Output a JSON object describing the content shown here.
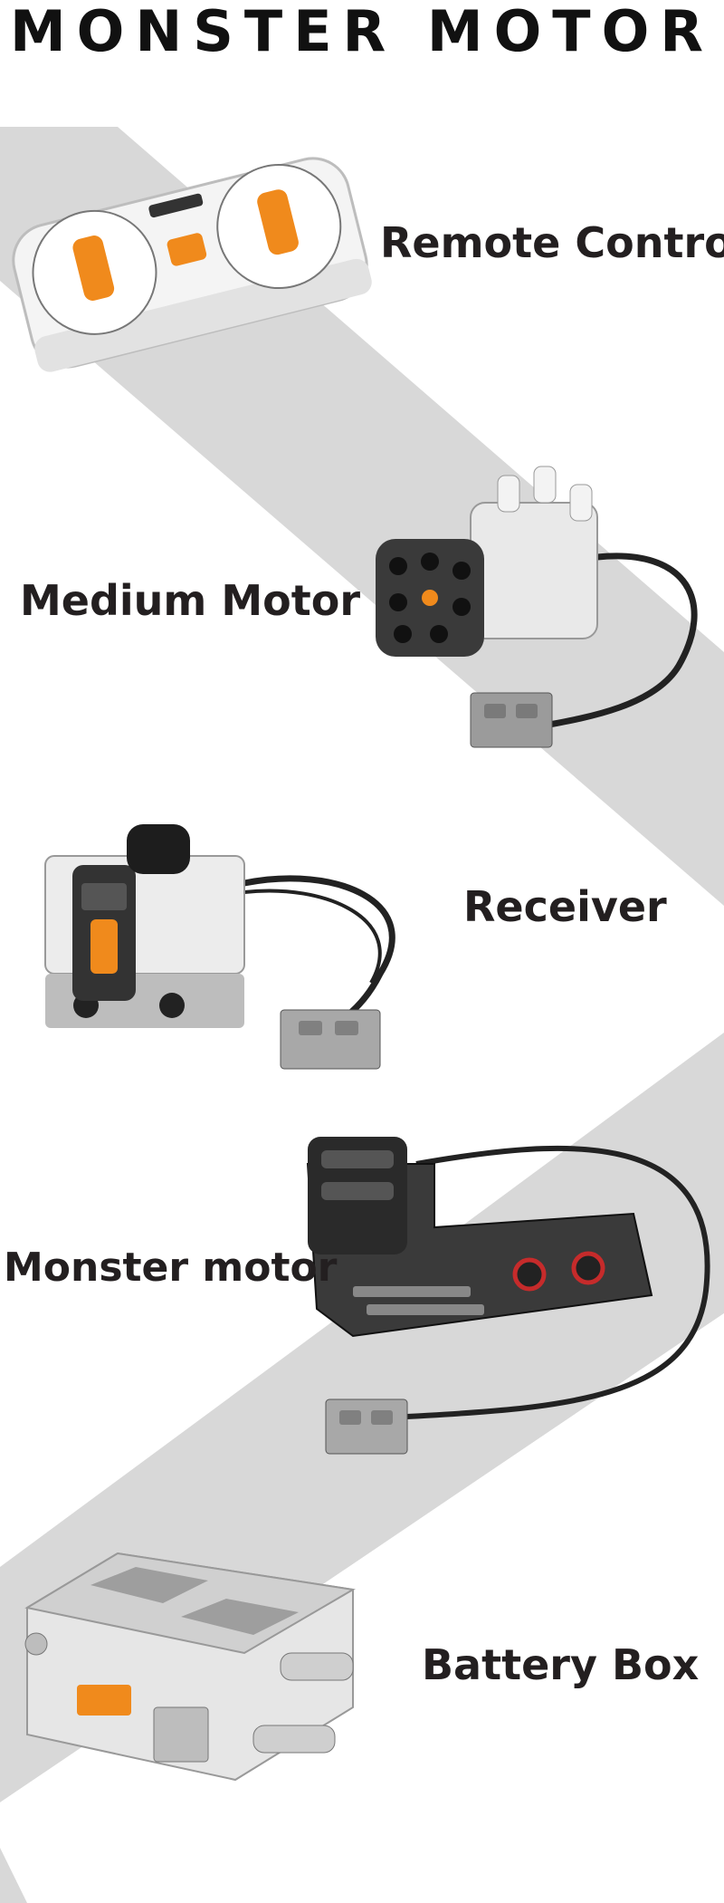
{
  "page": {
    "title": "MONSTER MOTOR",
    "colors": {
      "band": "#d6d6d6",
      "accent_orange": "#f08a1c",
      "text": "#231f20"
    }
  },
  "products": [
    {
      "label": "Remote Control",
      "icon": "remote-control-icon"
    },
    {
      "label": "Medium Motor",
      "icon": "medium-motor-icon"
    },
    {
      "label": "Receiver",
      "icon": "receiver-icon"
    },
    {
      "label": "Monster motor",
      "icon": "monster-motor-icon"
    },
    {
      "label": "Battery Box",
      "icon": "battery-box-icon"
    }
  ]
}
